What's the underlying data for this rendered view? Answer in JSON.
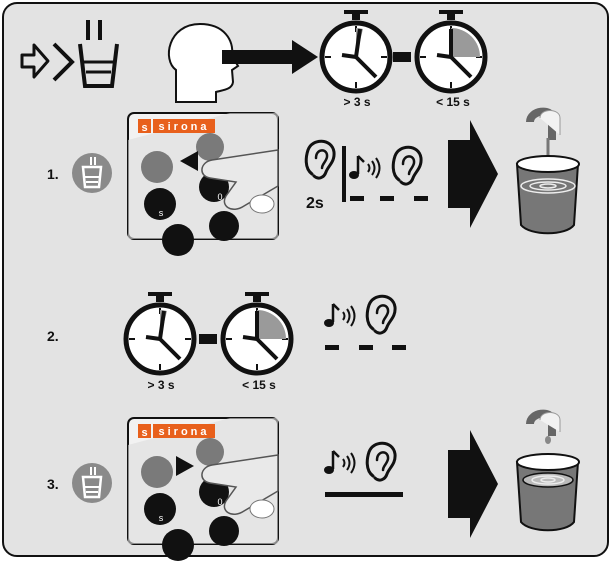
{
  "header": {
    "timer_min_label": "> 3 s",
    "timer_max_label": "< 15 s"
  },
  "steps": [
    {
      "number": "1.",
      "hold_time_label": "2s",
      "brand_text": "sirona",
      "key_labels": [
        "s",
        "0"
      ]
    },
    {
      "number": "2.",
      "timer_min_label": "> 3 s",
      "timer_max_label": "< 15 s"
    },
    {
      "number": "3.",
      "brand_text": "sirona",
      "key_labels": [
        "s",
        "0"
      ]
    }
  ],
  "colors": {
    "panel_bg": "#e3e3e3",
    "ink": "#111111",
    "timer_shade": "#9a9a9a",
    "brand_orange": "#e8601c"
  },
  "icons": [
    "enter-arrow-icon",
    "cup-fill-icon",
    "head-icon",
    "stopwatch-icon",
    "ear-icon",
    "sound-signal-icon",
    "finger-press-icon",
    "water-cup-icon"
  ]
}
